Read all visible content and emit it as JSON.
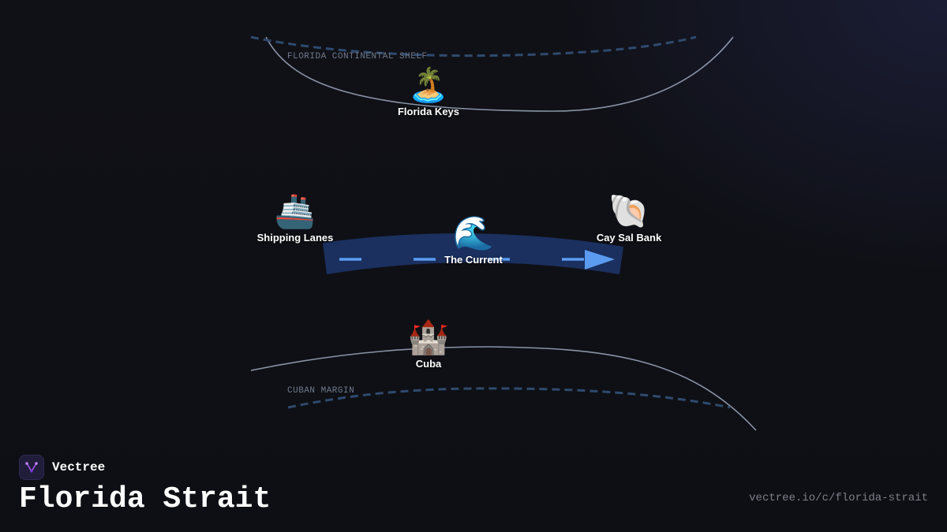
{
  "title": "Florida Strait",
  "brand": {
    "name": "Vectree",
    "logo_icon": "vectree-logo-icon",
    "accent": "#a855f7"
  },
  "url": "vectree.io/c/florida-strait",
  "regions": {
    "north": "FLORIDA CONTINENTAL SHELF",
    "south": "CUBAN MARGIN"
  },
  "nodes": {
    "florida_keys": {
      "label": "Florida Keys",
      "icon": "🏝️",
      "icon_name": "island-icon"
    },
    "shipping_lanes": {
      "label": "Shipping Lanes",
      "icon": "🚢",
      "icon_name": "ship-icon"
    },
    "the_current": {
      "label": "The Current",
      "icon": "🌊",
      "icon_name": "wave-icon"
    },
    "cay_sal_bank": {
      "label": "Cay Sal Bank",
      "icon": "🐚",
      "icon_name": "shell-icon"
    },
    "cuba": {
      "label": "Cuba",
      "icon": "🏰",
      "icon_name": "castle-icon"
    }
  },
  "colors": {
    "coastline": "#8a93a6",
    "shelf_dash": "#2f4a6e",
    "current_band": "#1c3363",
    "current_arrow": "#5b9cf0"
  }
}
